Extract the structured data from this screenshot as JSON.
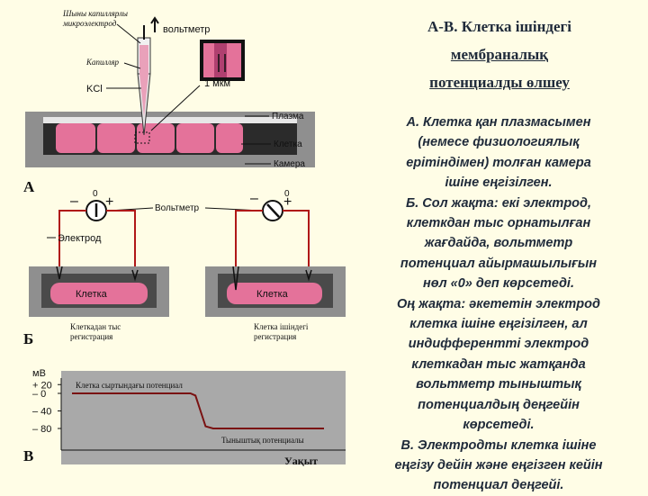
{
  "title": {
    "line1": "А-В. Клетка ішіндегі",
    "line2": "мембраналық",
    "line3": "потенциалды өлшеу"
  },
  "description": [
    "А. Клетка қан плазмасымен",
    "(немесе физиологиялық",
    "ерітіндімен) толған камера",
    "ішіне еңгізілген.",
    "Б. Сол жақта: екі электрод,",
    "клеткдан тыс орнатылған",
    "жағдайда, вольтметр",
    "потенциал айырмашылығын",
    "нөл «0» деп көрсетеді.",
    "Оң жақта: әкететін электрод",
    "клетка ішіне еңгізілген, ал",
    "индифферентті электрод",
    "клеткадан тыс жатқанда",
    "вольтметр тыныштық",
    "потенциалдың деңгейін",
    "көрсетеді.",
    "В. Электродты клетка ішіне",
    "еңгізу дейін және еңгізген кейін",
    "потенциал деңгейі."
  ],
  "panel_a": {
    "letter": "А",
    "microelectrode_label_1": "Шыны капиллярлы",
    "microelectrode_label_2": "микроэлектрод",
    "capillary_label": "Капилляр",
    "kcl_label": "KCl",
    "voltmeter_label": "вольтметр",
    "scale_label": "1 мкм",
    "plasma_label": "Плазма",
    "cell_label": "Клетка",
    "chamber_label": "Камера"
  },
  "panel_b": {
    "letter": "Б",
    "minus": "–",
    "plus": "+",
    "zero": "0",
    "voltmeter_label": "Вольтметр",
    "electrode_label": "Электрод",
    "cell_left": "Клетка",
    "cell_right": "Клетка",
    "caption_left_1": "Клеткадан тыс",
    "caption_left_2": "регистрация",
    "caption_right_1": "Клетка ішіндегі",
    "caption_right_2": "регистрация"
  },
  "panel_c": {
    "letter": "В",
    "y_unit": "мВ",
    "y_ticks": [
      "+ 20",
      "– 0",
      "– 40",
      "– 80"
    ],
    "before_label": "Клетка сыртындағы потенциал",
    "after_label": "Тыныштық потенциалы",
    "x_label": "Уақыт"
  },
  "chart_data": {
    "type": "line",
    "xlabel": "Уақыт",
    "ylabel": "мВ",
    "y_ticks": [
      20,
      0,
      -40,
      -80
    ],
    "series": [
      {
        "x": [
          0,
          0.47,
          0.49,
          0.51,
          0.53,
          0.56,
          1
        ],
        "y": [
          0,
          0,
          -5,
          -40,
          -75,
          -80,
          -80
        ]
      }
    ]
  },
  "colors": {
    "background": "#fffde6",
    "cell_fill": "#e4729a",
    "chamber_gray": "#8f8f8f",
    "wire_red": "#b01818",
    "chart_panel": "#a9a9a9",
    "text_dark": "#1f2a3a"
  }
}
